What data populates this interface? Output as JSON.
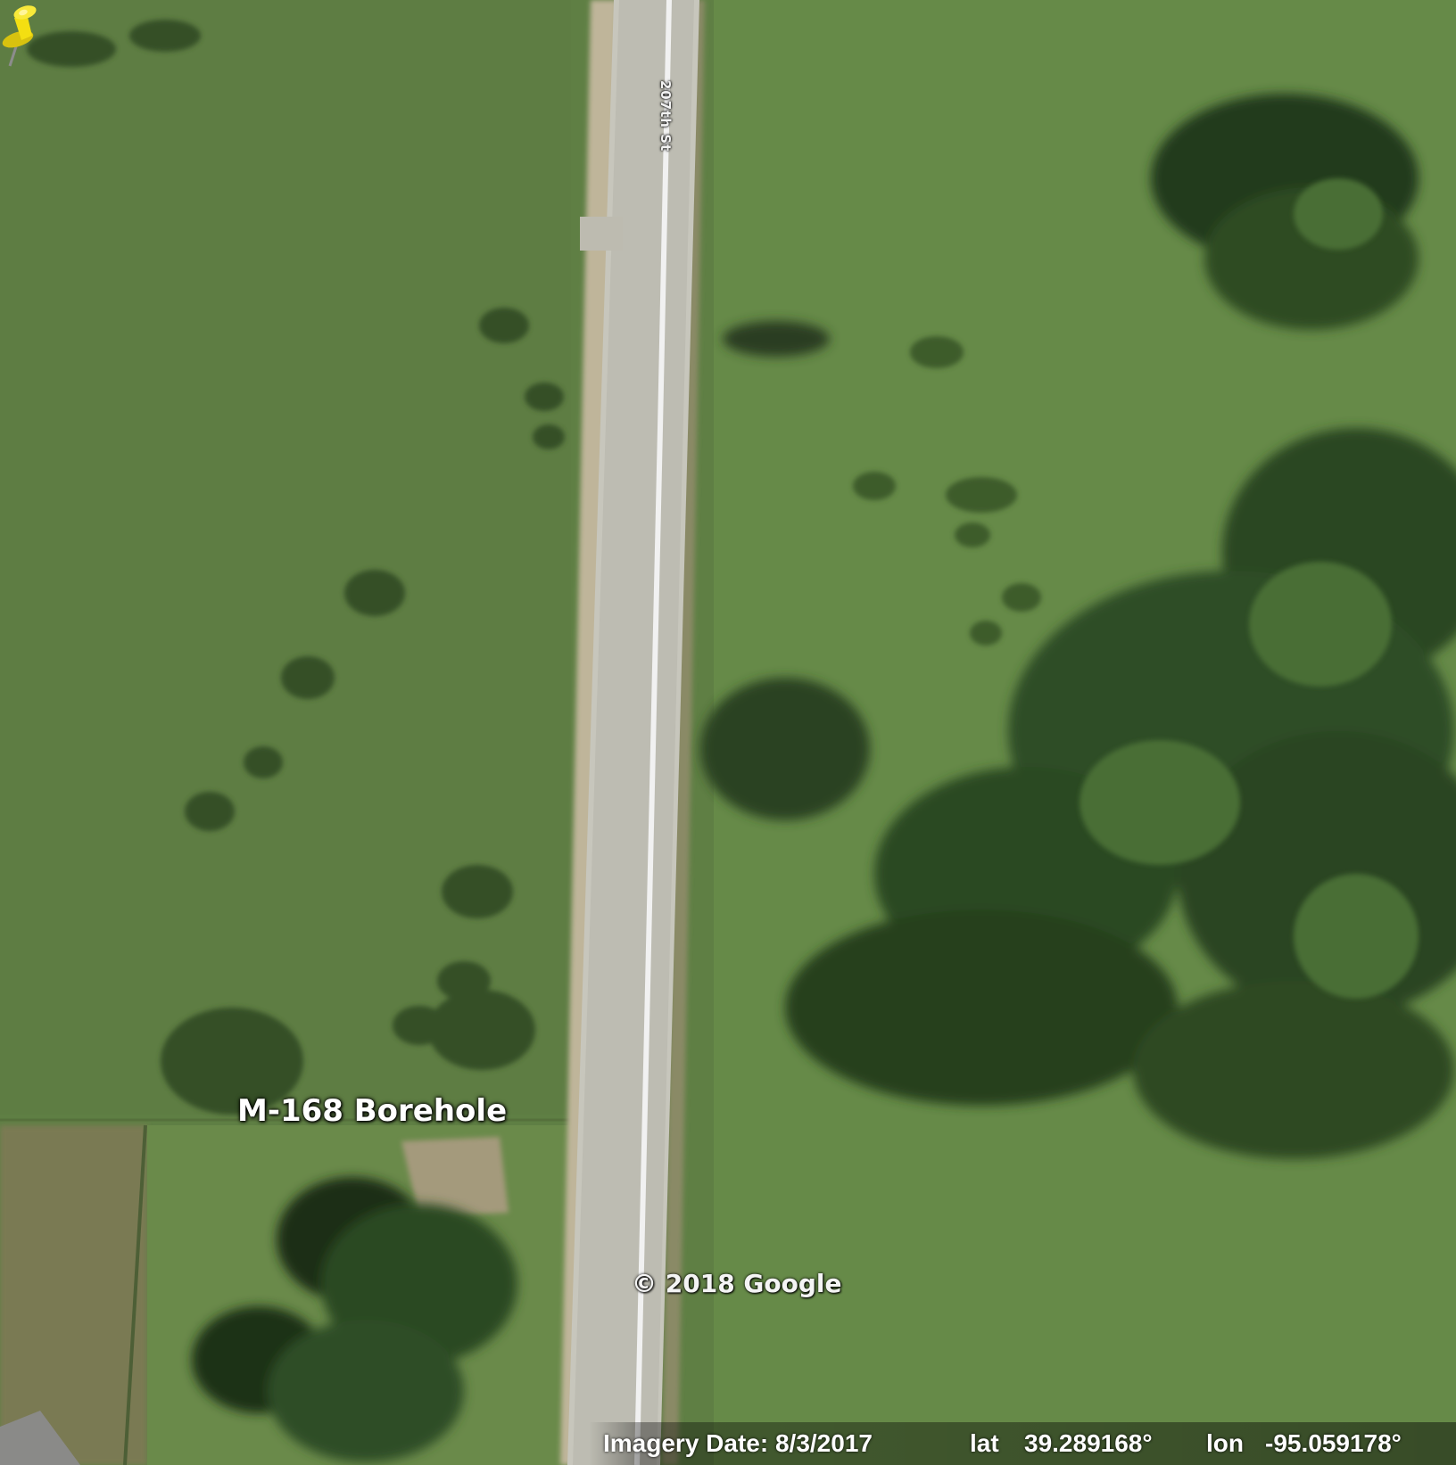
{
  "map": {
    "road_label": "207th St",
    "placemark": {
      "label": "M-168 Borehole",
      "icon": "yellow-pushpin-icon",
      "color": "#f3df12"
    },
    "copyright": "© 2018 Google",
    "status_bar": {
      "imagery_date": "Imagery Date: 8/3/2017",
      "lat_label": "lat",
      "lat_value": "39.289168°",
      "lon_label": "lon",
      "lon_value": "-95.059178°"
    }
  },
  "colors": {
    "grass": "#5f7f44",
    "trees": "#2f4d24",
    "road": "#c9c8bf",
    "centerline": "#f2f2f2",
    "status_text": "#ffffff"
  }
}
